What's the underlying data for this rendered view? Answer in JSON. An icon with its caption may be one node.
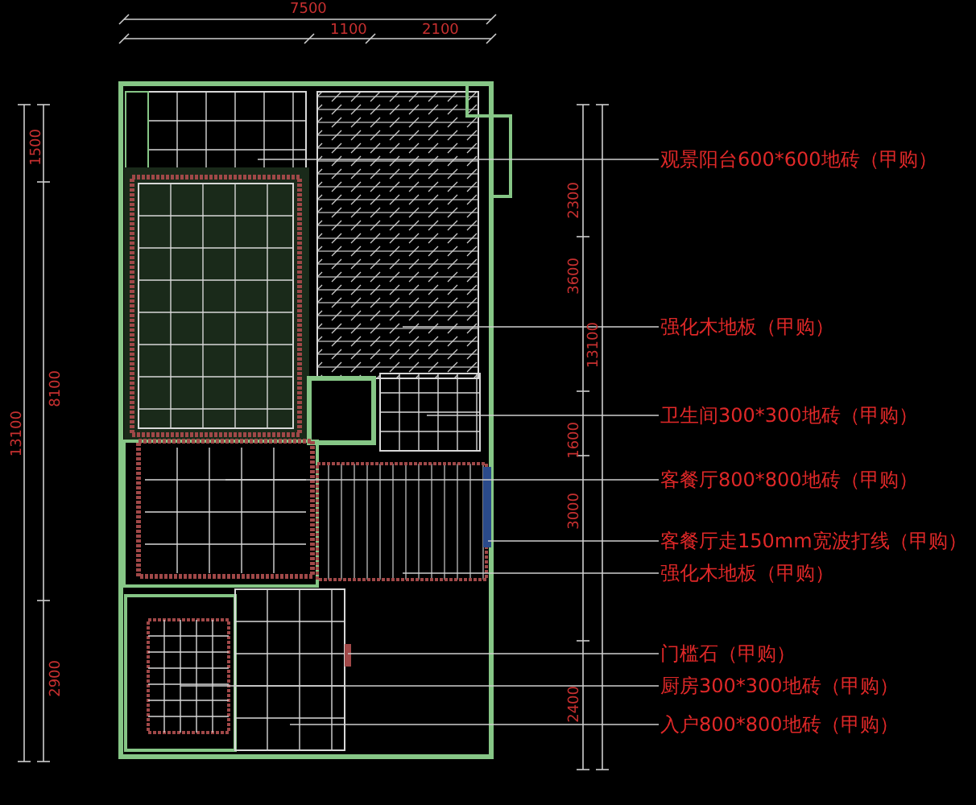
{
  "diagram": {
    "nodes": [
      {
        "text": [
          "观景阳台600*600地砖（甲购）"
        ]
      },
      {
        "text": [
          "强化木地板（甲购）"
        ]
      },
      {
        "text": [
          "卫生间300*300地砖（甲购）"
        ]
      },
      {
        "text": [
          "客餐厅800*800地砖（甲购）"
        ]
      },
      {
        "text": [
          "客餐厅走150mm宽波打线（甲购）"
        ]
      },
      {
        "text": [
          "强化木地板（甲购）"
        ]
      },
      {
        "text": [
          "门槛石（甲购）"
        ]
      },
      {
        "text": [
          "厨房300*300地砖（甲购）"
        ]
      },
      {
        "text": [
          "入户800*800地砖（甲购）"
        ]
      }
    ],
    "edges": [
      {
        "from": 0,
        "to": null,
        "arrow": "none"
      },
      {
        "from": 1,
        "to": null,
        "arrow": "none"
      },
      {
        "from": 2,
        "to": null,
        "arrow": "none"
      },
      {
        "from": 3,
        "to": null,
        "arrow": "none"
      },
      {
        "from": 4,
        "to": null,
        "arrow": "none"
      },
      {
        "from": 5,
        "to": null,
        "arrow": "none"
      },
      {
        "from": 6,
        "to": null,
        "arrow": "none"
      },
      {
        "from": 7,
        "to": null,
        "arrow": "none"
      },
      {
        "from": 8,
        "to": null,
        "arrow": "none"
      }
    ],
    "labels": [
      "7500",
      "1100",
      "2100",
      "1500",
      "8100",
      "13100",
      "2900",
      "2300",
      "3600",
      "1600",
      "13100",
      "3000",
      "2400"
    ]
  }
}
